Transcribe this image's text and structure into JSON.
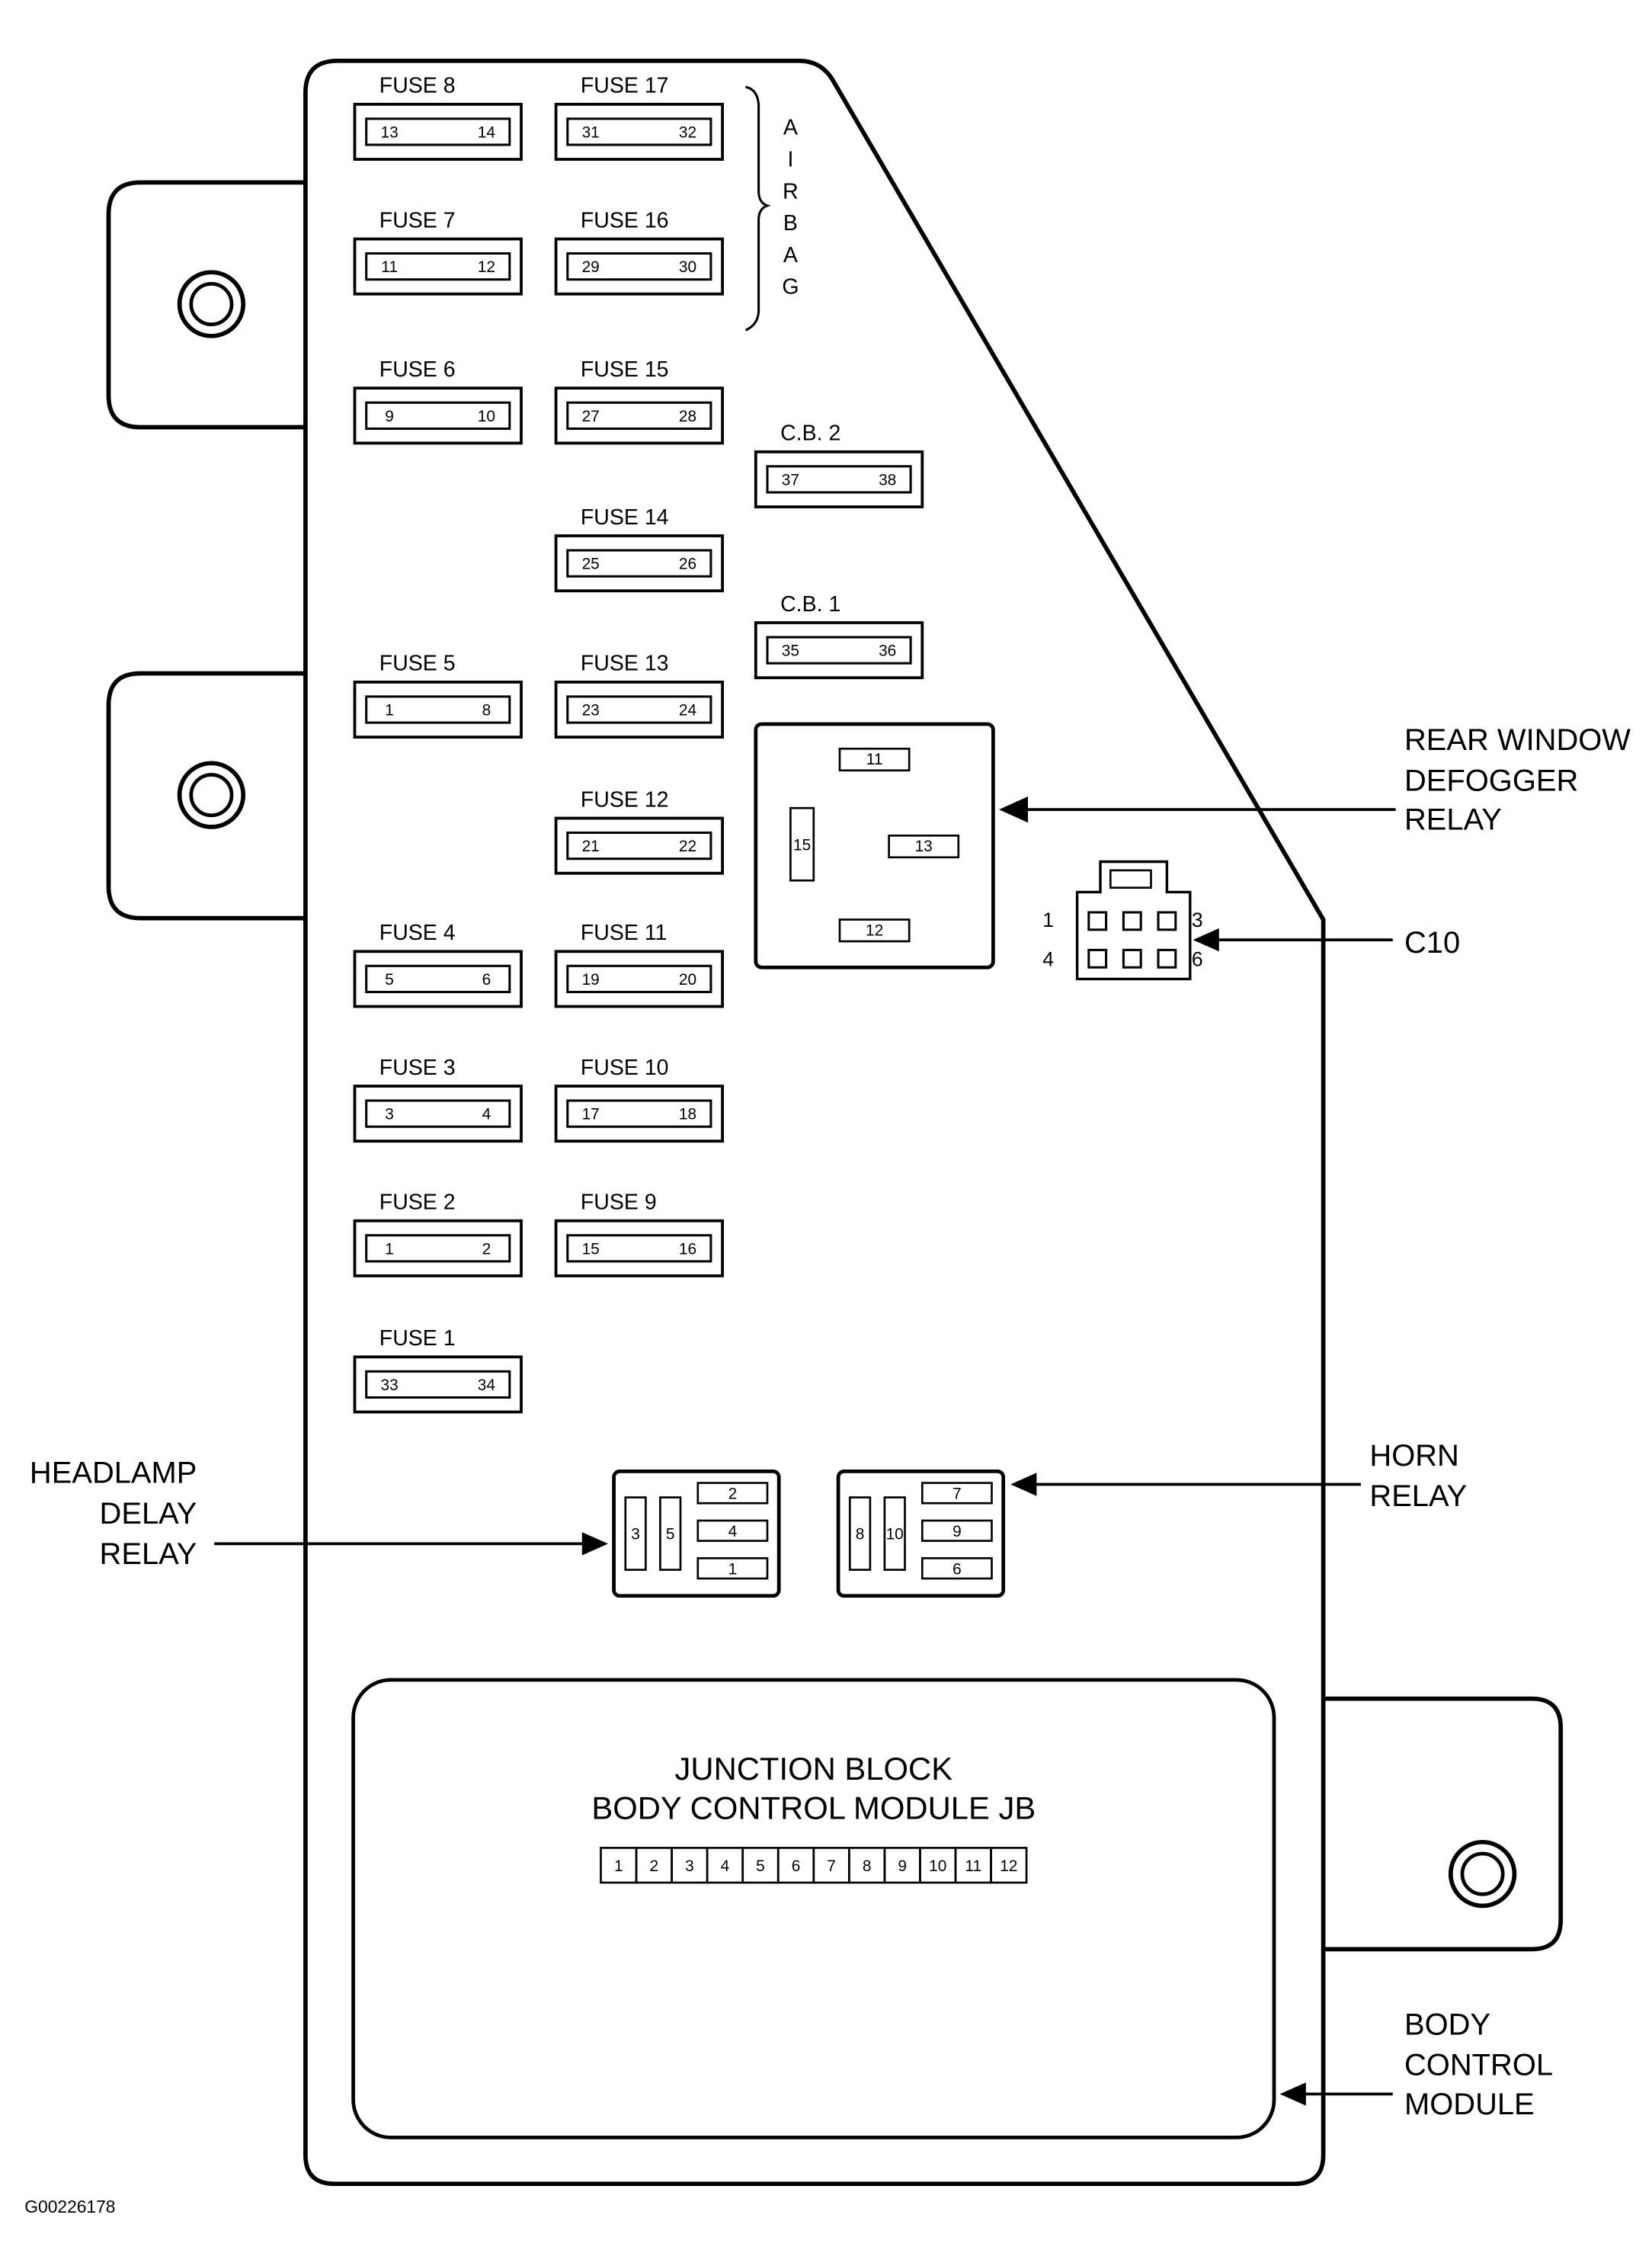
{
  "fuses": [
    {
      "label": "FUSE 8",
      "pins": [
        "13",
        "14"
      ]
    },
    {
      "label": "FUSE 17",
      "pins": [
        "31",
        "32"
      ]
    },
    {
      "label": "FUSE 7",
      "pins": [
        "11",
        "12"
      ]
    },
    {
      "label": "FUSE 16",
      "pins": [
        "29",
        "30"
      ]
    },
    {
      "label": "FUSE 6",
      "pins": [
        "9",
        "10"
      ]
    },
    {
      "label": "FUSE 15",
      "pins": [
        "27",
        "28"
      ]
    },
    {
      "label": "C.B. 2",
      "pins": [
        "37",
        "38"
      ]
    },
    {
      "label": "FUSE 14",
      "pins": [
        "25",
        "26"
      ]
    },
    {
      "label": "C.B. 1",
      "pins": [
        "35",
        "36"
      ]
    },
    {
      "label": "FUSE 5",
      "pins": [
        "1",
        "8"
      ]
    },
    {
      "label": "FUSE 13",
      "pins": [
        "23",
        "24"
      ]
    },
    {
      "label": "FUSE 12",
      "pins": [
        "21",
        "22"
      ]
    },
    {
      "label": "FUSE 4",
      "pins": [
        "5",
        "6"
      ]
    },
    {
      "label": "FUSE 11",
      "pins": [
        "19",
        "20"
      ]
    },
    {
      "label": "FUSE 3",
      "pins": [
        "3",
        "4"
      ]
    },
    {
      "label": "FUSE 10",
      "pins": [
        "17",
        "18"
      ]
    },
    {
      "label": "FUSE 2",
      "pins": [
        "1",
        "2"
      ]
    },
    {
      "label": "FUSE 9",
      "pins": [
        "15",
        "16"
      ]
    },
    {
      "label": "FUSE 1",
      "pins": [
        "33",
        "34"
      ]
    }
  ],
  "airbag_letters": [
    "A",
    "I",
    "R",
    "B",
    "A",
    "G"
  ],
  "defogger_relay": {
    "pins": [
      "11",
      "15",
      "13",
      "12"
    ]
  },
  "c10": {
    "pins": [
      "1",
      "3",
      "4",
      "6"
    ]
  },
  "headlamp_relay": {
    "pins": [
      "3",
      "5",
      "2",
      "4",
      "1"
    ]
  },
  "horn_relay": {
    "pins": [
      "8",
      "10",
      "7",
      "9",
      "6"
    ]
  },
  "junction_block": {
    "line1": "JUNCTION BLOCK",
    "line2": "BODY CONTROL MODULE JB",
    "pins": [
      "1",
      "2",
      "3",
      "4",
      "5",
      "6",
      "7",
      "8",
      "9",
      "10",
      "11",
      "12"
    ]
  },
  "callouts": {
    "defogger": [
      "REAR WINDOW",
      "DEFOGGER",
      "RELAY"
    ],
    "c10": [
      "C10"
    ],
    "headlamp": [
      "HEADLAMP",
      "DELAY",
      "RELAY"
    ],
    "horn": [
      "HORN",
      "RELAY"
    ],
    "bcm": [
      "BODY",
      "CONTROL",
      "MODULE"
    ]
  },
  "figure_id": "G00226178"
}
